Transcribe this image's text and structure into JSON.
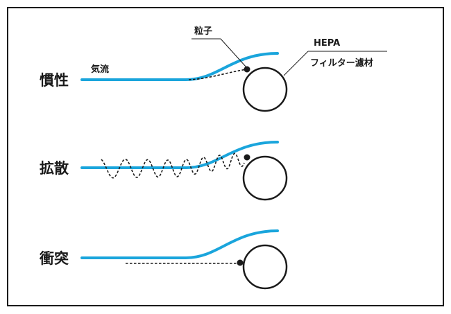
{
  "mechanisms": [
    {
      "id": "inertia",
      "label": "慣性"
    },
    {
      "id": "diffusion",
      "label": "拡散"
    },
    {
      "id": "interception",
      "label": "衝突"
    }
  ],
  "annotations": {
    "airflow": "気流",
    "particle": "粒子",
    "filter_line1": "HEPA",
    "filter_line2": "フィルター濾材"
  },
  "colors": {
    "airflow": "#1aa5dc",
    "particle_path": "#1a1a1a",
    "fiber": "#1a1a1a",
    "frame": "#1a1a1a"
  }
}
